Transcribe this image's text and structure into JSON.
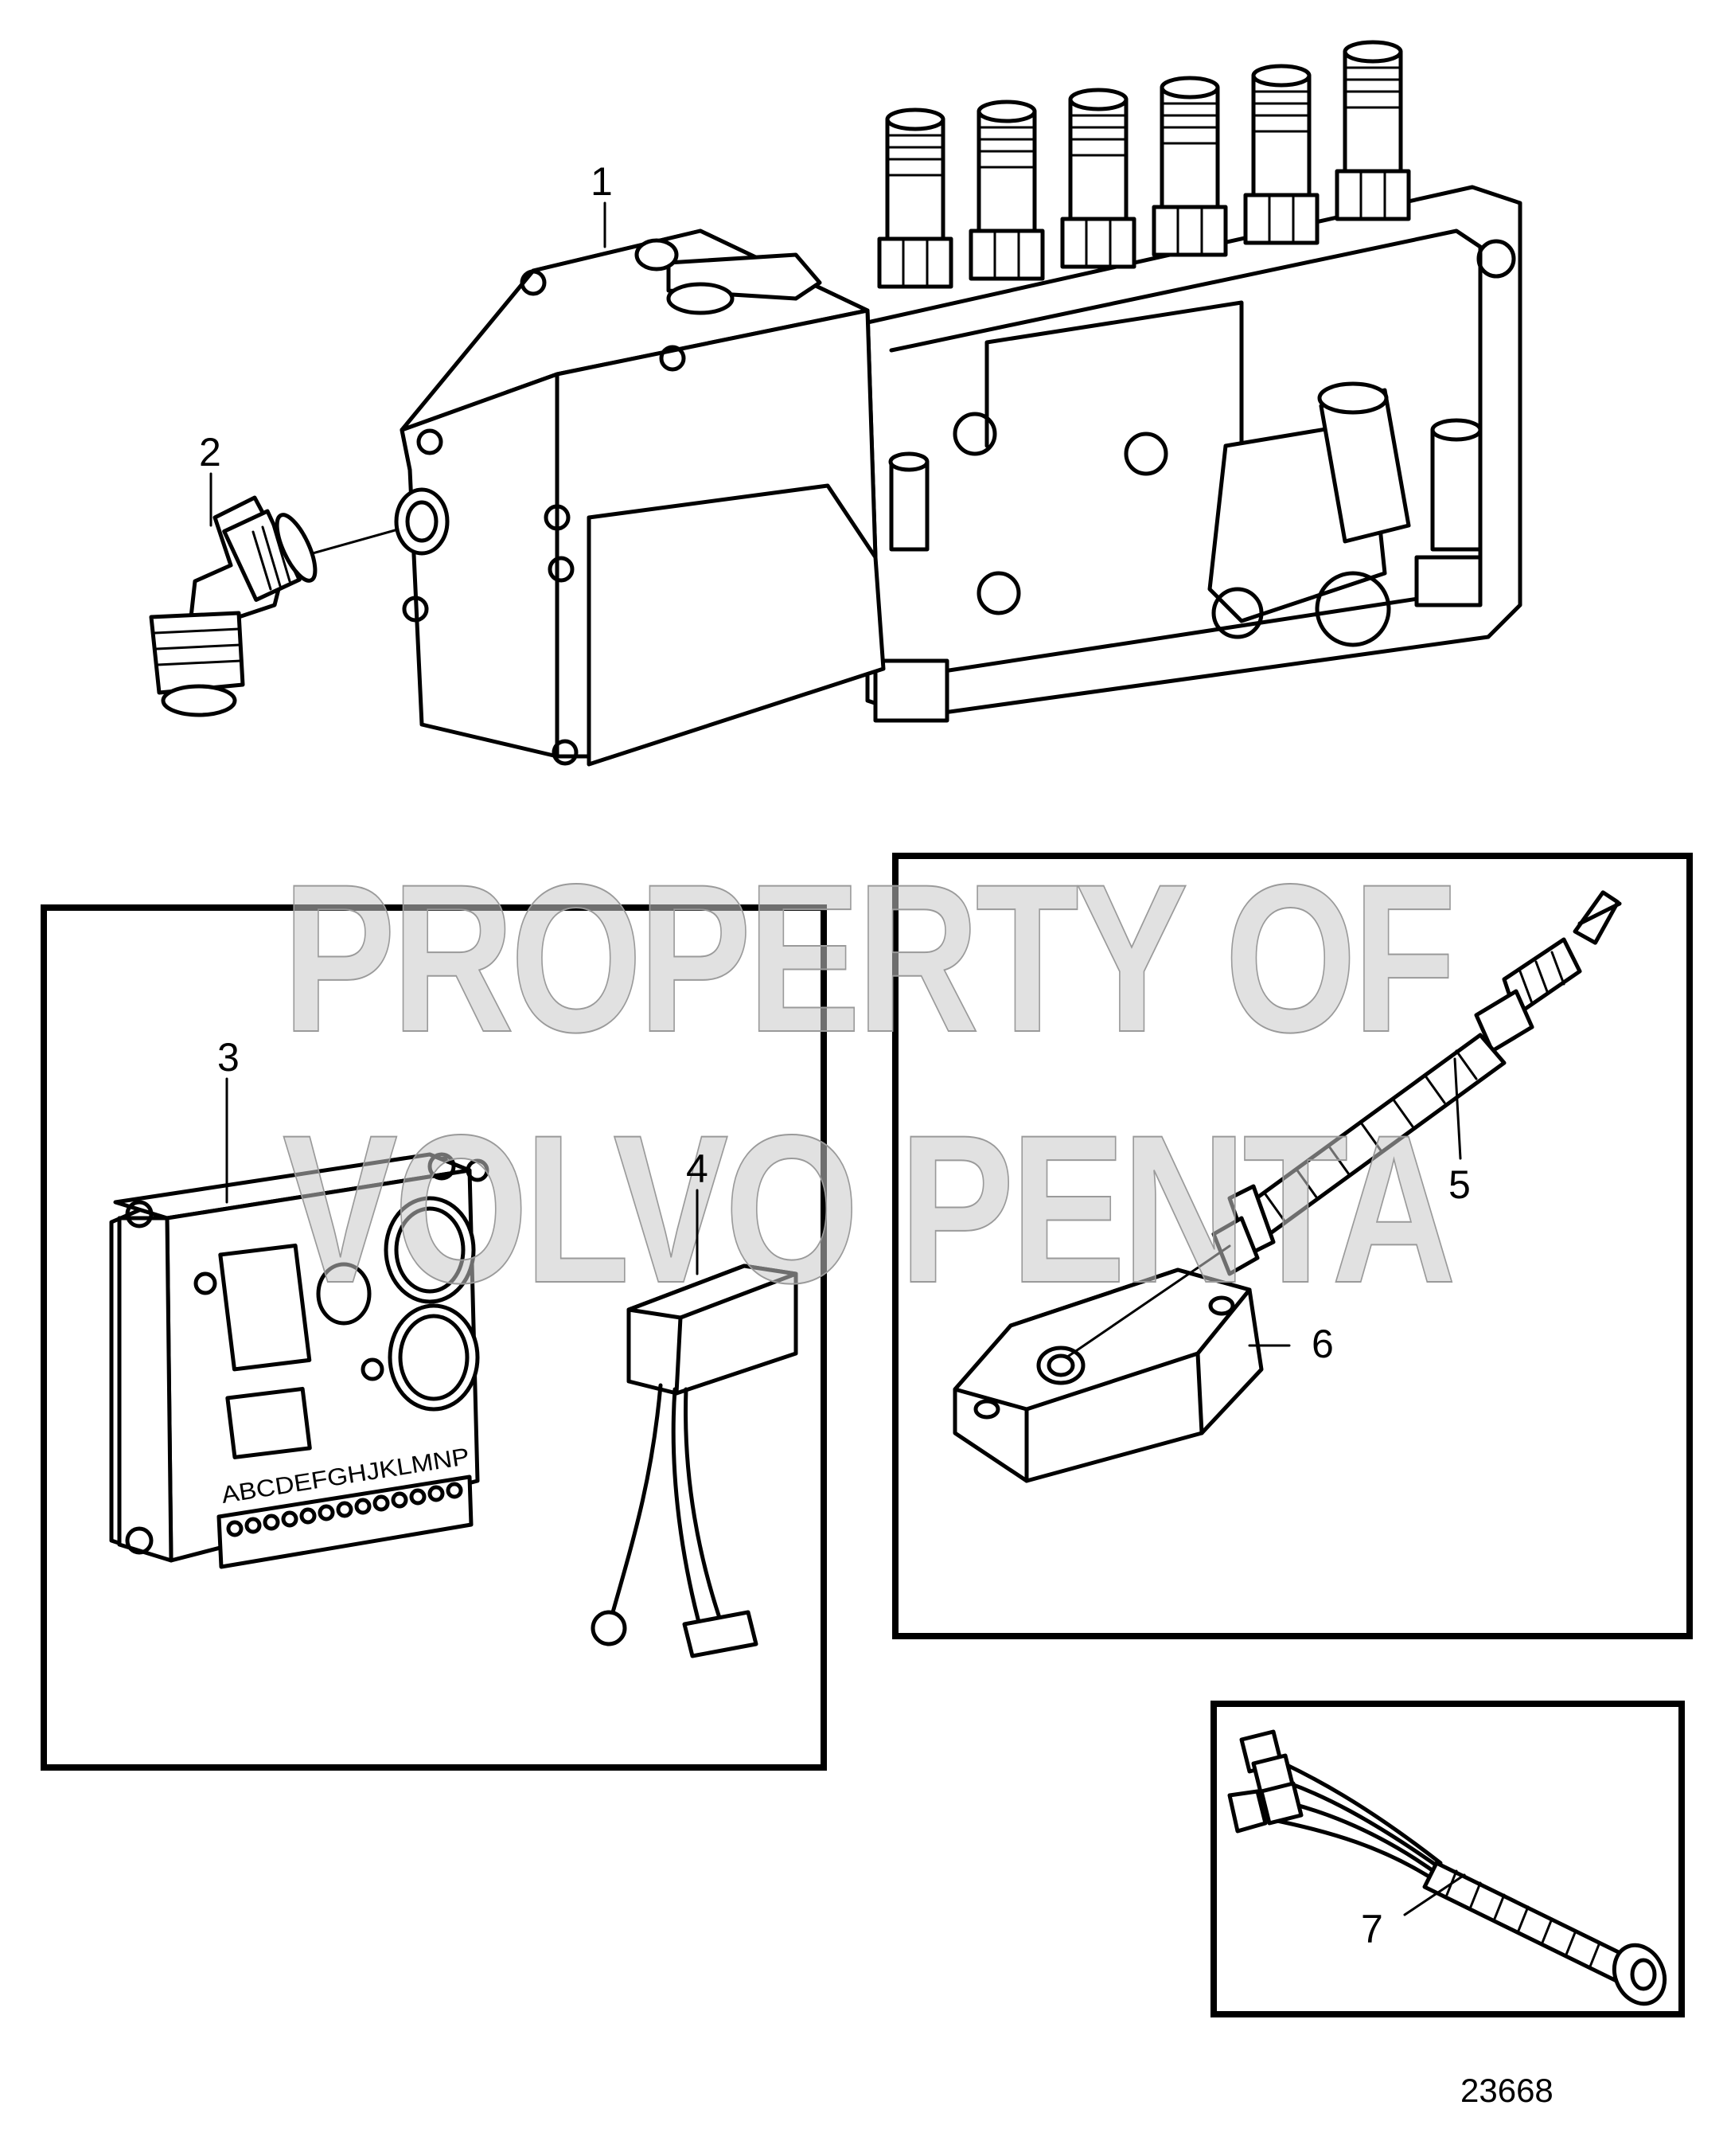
{
  "watermark": {
    "line1": "PROPERTY OF",
    "line2": "VOLVO PENTA"
  },
  "callouts": [
    "1",
    "2",
    "3",
    "4",
    "5",
    "6",
    "7"
  ],
  "terminal_labels": "ABCDEFGHJKLMNP",
  "figure_number": "23668"
}
